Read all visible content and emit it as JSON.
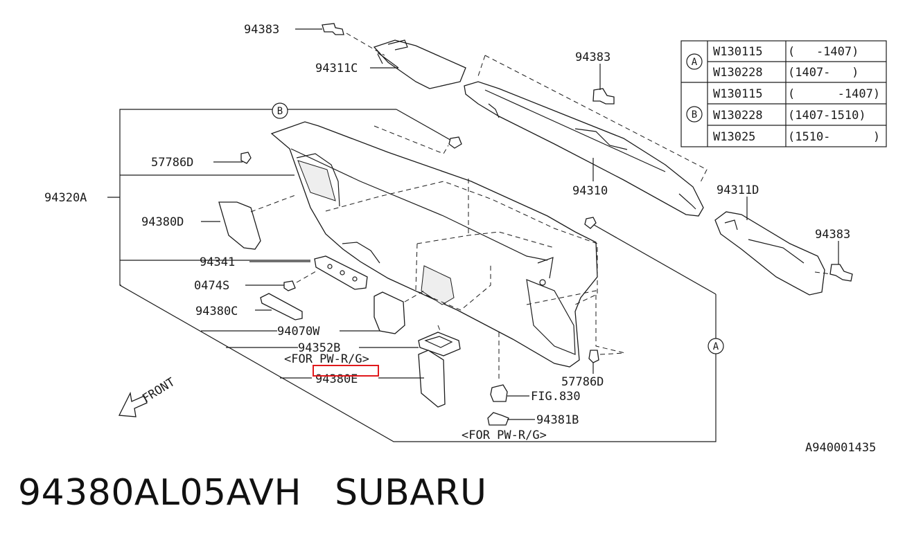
{
  "labels": {
    "p94383_top": "94383",
    "p94311C": "94311C",
    "p94383_mid": "94383",
    "p57786D_top": "57786D",
    "p94320A": "94320A",
    "p94380D": "94380D",
    "p94310": "94310",
    "p94311D": "94311D",
    "p94383_right": "94383",
    "p94341": "94341",
    "p0474S": "0474S",
    "p94380C": "94380C",
    "p94070W": "94070W",
    "p94352B": "94352B",
    "note_pwrg_1": "<FOR PW-R/G>",
    "p94380E": "94380E",
    "p57786D_right": "57786D",
    "fig830": "FIG.830",
    "p94381B": "94381B",
    "note_pwrg_2": "<FOR PW-R/G>",
    "front": "FRONT",
    "diagram_code": "A940001435"
  },
  "callouts": {
    "A": "A",
    "B": "B"
  },
  "table": {
    "groups": [
      {
        "mark": "A",
        "rows": [
          {
            "code": "W130115",
            "range": "(   -1407)"
          },
          {
            "code": "W130228",
            "range": "(1407-   )"
          }
        ]
      },
      {
        "mark": "B",
        "rows": [
          {
            "code": "W130115",
            "range": "(      -1407)"
          },
          {
            "code": "W130228",
            "range": "(1407-1510)"
          },
          {
            "code": "W13025",
            "range": "(1510-      )"
          }
        ]
      }
    ]
  },
  "highlight_color": "#e0181b",
  "footer": {
    "part_number": "94380AL05AVH",
    "brand": "SUBARU"
  }
}
